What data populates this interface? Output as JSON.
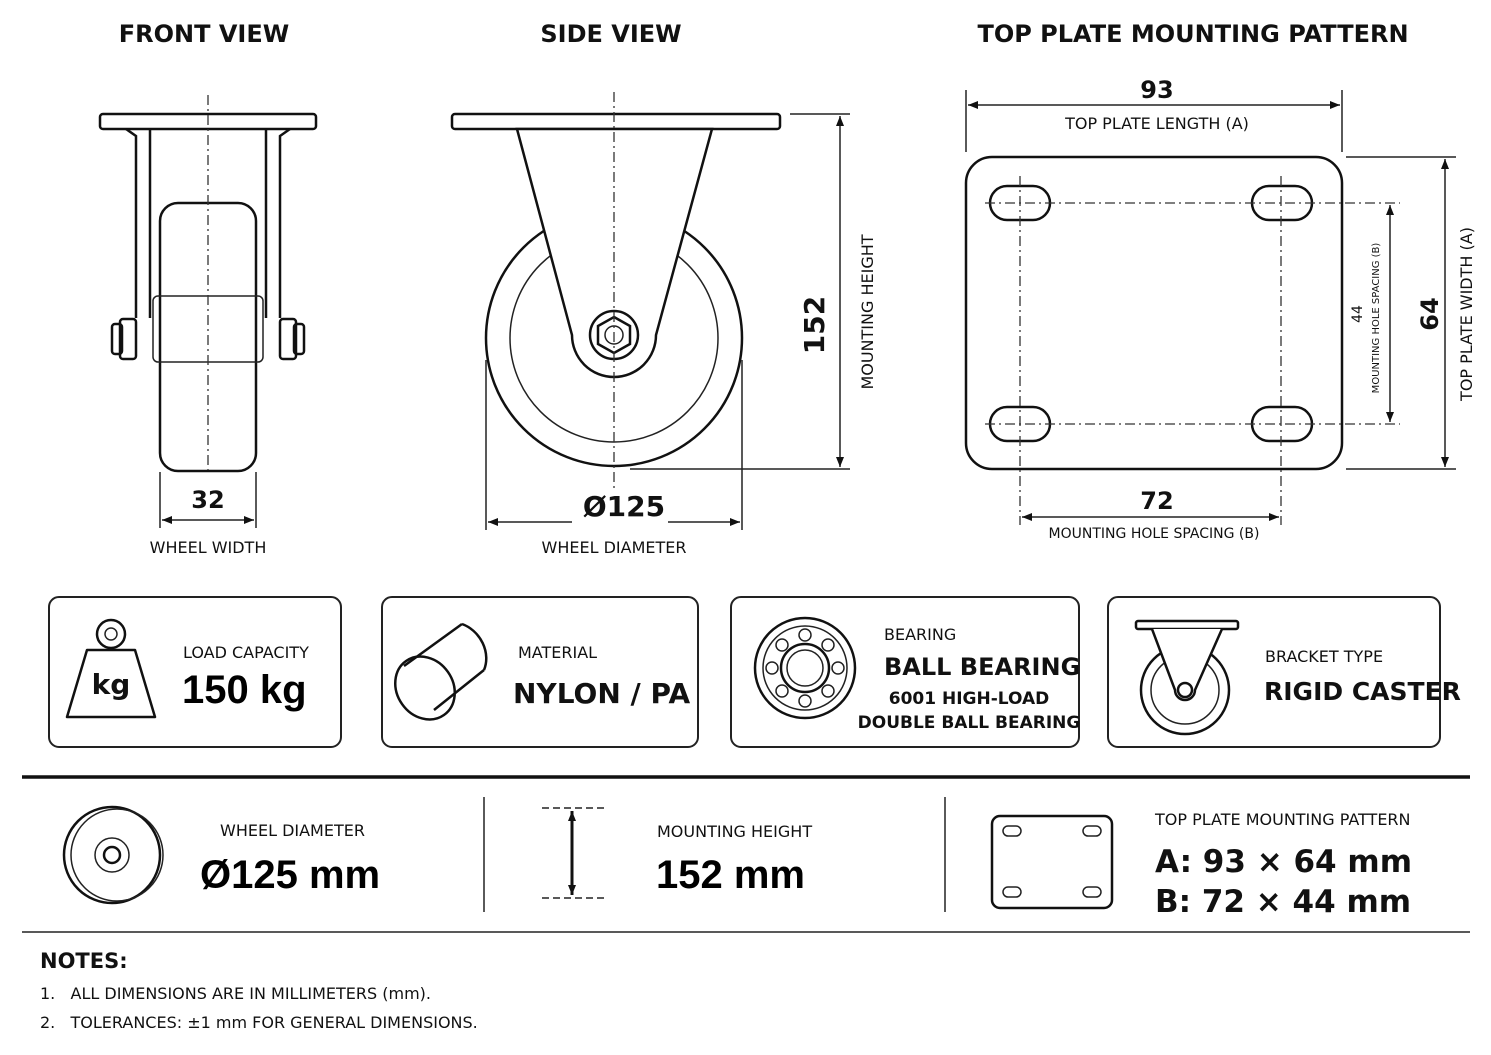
{
  "views": {
    "front": "FRONT VIEW",
    "side": "SIDE VIEW",
    "top": "TOP PLATE MOUNTING PATTERN"
  },
  "dimensions": {
    "wheel_width_value": "32",
    "wheel_width_label": "WHEEL WIDTH",
    "wheel_diameter_value": "Ø125",
    "wheel_diameter_label": "WHEEL DIAMETER",
    "mounting_height_value": "152",
    "mounting_height_label": "MOUNTING HEIGHT",
    "plate_length_value": "93",
    "plate_length_label": "TOP PLATE LENGTH (A)",
    "plate_width_value": "64",
    "plate_width_label": "TOP PLATE WIDTH (A)",
    "hole_spacing_x_value": "72",
    "hole_spacing_x_label": "MOUNTING HOLE SPACING (B)",
    "hole_spacing_y_value": "44",
    "hole_spacing_y_label": "MOUNTING HOLE SPACING (B)"
  },
  "specs": {
    "load": {
      "label": "LOAD CAPACITY",
      "value": "150 kg",
      "icon_text": "kg",
      "icon": "weight-icon"
    },
    "material": {
      "label": "MATERIAL",
      "value": "NYLON / PA",
      "icon": "cylinder-icon"
    },
    "bearing": {
      "label": "BEARING",
      "value": "BALL BEARING",
      "detail1": "6001 HIGH-LOAD",
      "detail2": "DOUBLE BALL BEARING",
      "icon": "ball-bearing-icon"
    },
    "bracket": {
      "label": "BRACKET TYPE",
      "value": "RIGID CASTER",
      "icon": "rigid-caster-icon"
    }
  },
  "summary": {
    "diameter": {
      "label": "WHEEL DIAMETER",
      "value": "Ø125 mm"
    },
    "height": {
      "label": "MOUNTING HEIGHT",
      "value": "152 mm"
    },
    "pattern": {
      "label": "TOP PLATE MOUNTING PATTERN",
      "a": "A: 93 × 64 mm",
      "b": "B: 72 × 44 mm"
    }
  },
  "notes": {
    "title": "NOTES:",
    "items": [
      "1.   ALL DIMENSIONS ARE IN MILLIMETERS (mm).",
      "2.   TOLERANCES: ±1 mm FOR GENERAL DIMENSIONS."
    ]
  }
}
